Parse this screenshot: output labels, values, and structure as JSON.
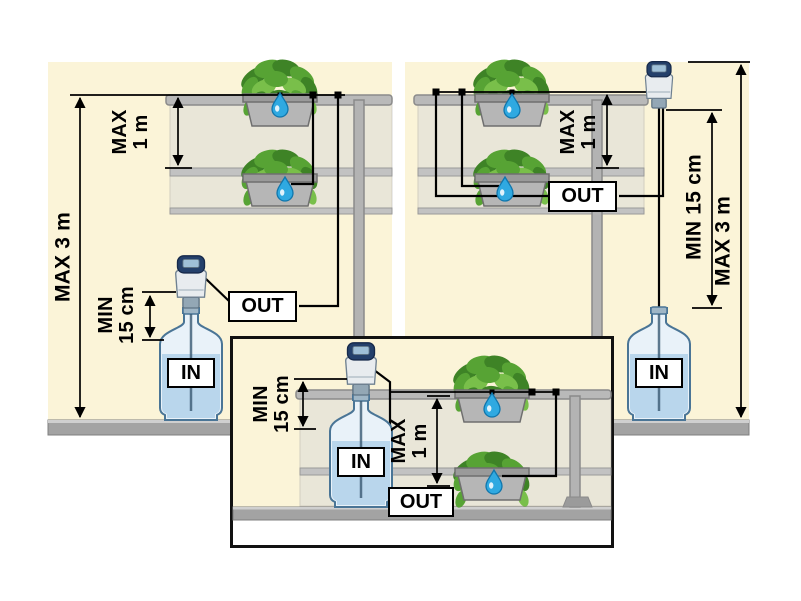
{
  "scenes": {
    "left": {
      "labels": {
        "max_height": "MAX 3 m",
        "max_spacing": [
          "MAX",
          "1 m"
        ],
        "min_distance": [
          "MIN",
          "15 cm"
        ],
        "out": "OUT",
        "in": "IN"
      }
    },
    "right": {
      "labels": {
        "max_height": "MAX 3 m",
        "max_spacing": [
          "MAX",
          "1 m"
        ],
        "min_distance": "MIN 15 cm",
        "out": "OUT",
        "in": "IN"
      }
    },
    "inset": {
      "labels": {
        "max_spacing": [
          "MAX",
          "1 m"
        ],
        "min_distance": [
          "MIN",
          "15 cm"
        ],
        "out": "OUT",
        "in": "IN"
      }
    }
  },
  "colors": {
    "background": "#fbf4d8",
    "floor_gray": "#a3a3a3",
    "railing_gray": "#b9b9b9",
    "planter_gray": "#b6b6b6",
    "leaf_green_dark": "#3e8326",
    "leaf_green_mid": "#57a334",
    "leaf_green_light": "#79bf4a",
    "water_drop_blue": "#2fa9e1",
    "bottle_outline_blue": "#4a7596",
    "bottle_water_blue": "#b9d6ec",
    "pump_navy": "#24406b",
    "tube_black": "#000000"
  }
}
